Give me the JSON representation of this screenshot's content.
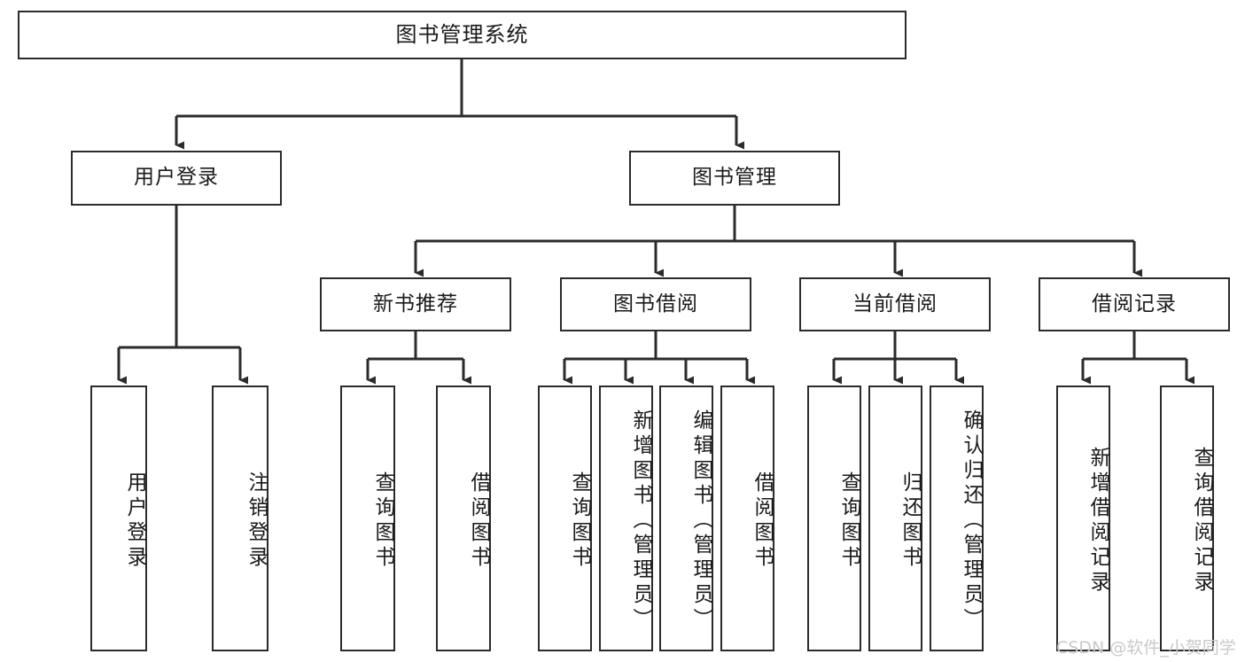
{
  "diagram": {
    "title": "图书管理系统",
    "type": "org-tree",
    "watermark": "CSDN @软件_小贺同学",
    "colors": {
      "stroke": "#2b2b2b",
      "fill": "#ffffff",
      "text": "#1a1a1a",
      "watermark": "#c9c9c9"
    },
    "levels": {
      "level1": {
        "label": "root"
      },
      "level2": {
        "label": "modules"
      },
      "level3": {
        "label": "sub-modules"
      },
      "level4": {
        "label": "functions"
      }
    }
  },
  "nodes": {
    "root": {
      "label": "图书管理系统"
    },
    "level2": [
      {
        "key": "user_login",
        "label": "用户登录"
      },
      {
        "key": "book_mgmt",
        "label": "图书管理"
      }
    ],
    "level3": [
      {
        "key": "new_book_rec",
        "label": "新书推荐"
      },
      {
        "key": "book_borrow",
        "label": "图书借阅"
      },
      {
        "key": "current_borrow",
        "label": "当前借阅"
      },
      {
        "key": "borrow_record",
        "label": "借阅记录"
      }
    ],
    "leaves": {
      "user_login": [
        {
          "key": "login",
          "label": "用户登录"
        },
        {
          "key": "logout",
          "label": "注销登录"
        }
      ],
      "new_book_rec": [
        {
          "key": "query_book_1",
          "label": "查询图书"
        },
        {
          "key": "borrow_book_1",
          "label": "借阅图书"
        }
      ],
      "book_borrow": [
        {
          "key": "query_book_2",
          "label": "查询图书"
        },
        {
          "key": "add_book",
          "label": "新增图书（管理员）"
        },
        {
          "key": "edit_book",
          "label": "编辑图书（管理员）"
        },
        {
          "key": "borrow_book_2",
          "label": "借阅图书"
        }
      ],
      "current_borrow": [
        {
          "key": "query_book_3",
          "label": "查询图书"
        },
        {
          "key": "return_book",
          "label": "归还图书"
        },
        {
          "key": "confirm_return",
          "label": "确认归还（管理员）"
        }
      ],
      "borrow_record": [
        {
          "key": "add_record",
          "label": "新增借阅记录"
        },
        {
          "key": "query_record",
          "label": "查询借阅记录"
        }
      ]
    }
  }
}
